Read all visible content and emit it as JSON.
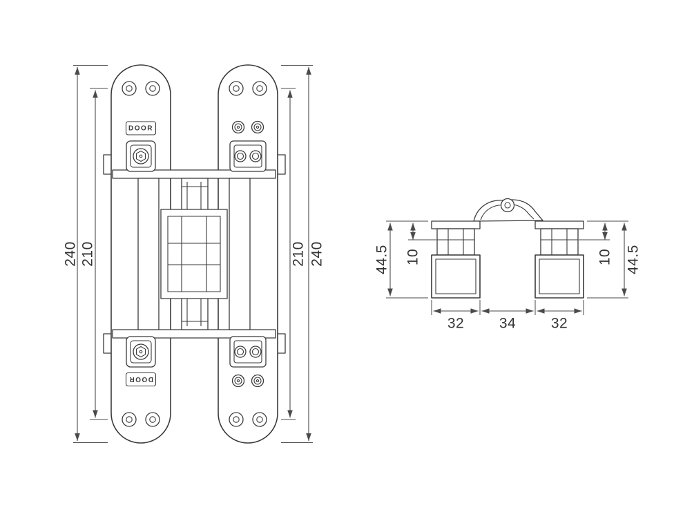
{
  "front_view": {
    "door_label_top": "DOOR",
    "door_label_bottom": "DOOR",
    "dims": {
      "left_outer": "240",
      "left_inner": "210",
      "right_inner": "210",
      "right_outer": "240"
    }
  },
  "side_view": {
    "dims": {
      "left_outer": "44.5",
      "left_inner": "10",
      "right_inner": "10",
      "right_outer": "44.5",
      "bottom_left": "32",
      "bottom_center": "34",
      "bottom_right": "32"
    }
  },
  "colors": {
    "line": "#3a3a3a",
    "dim_line": "#4a4a4a",
    "text": "#333333",
    "background": "#ffffff"
  }
}
